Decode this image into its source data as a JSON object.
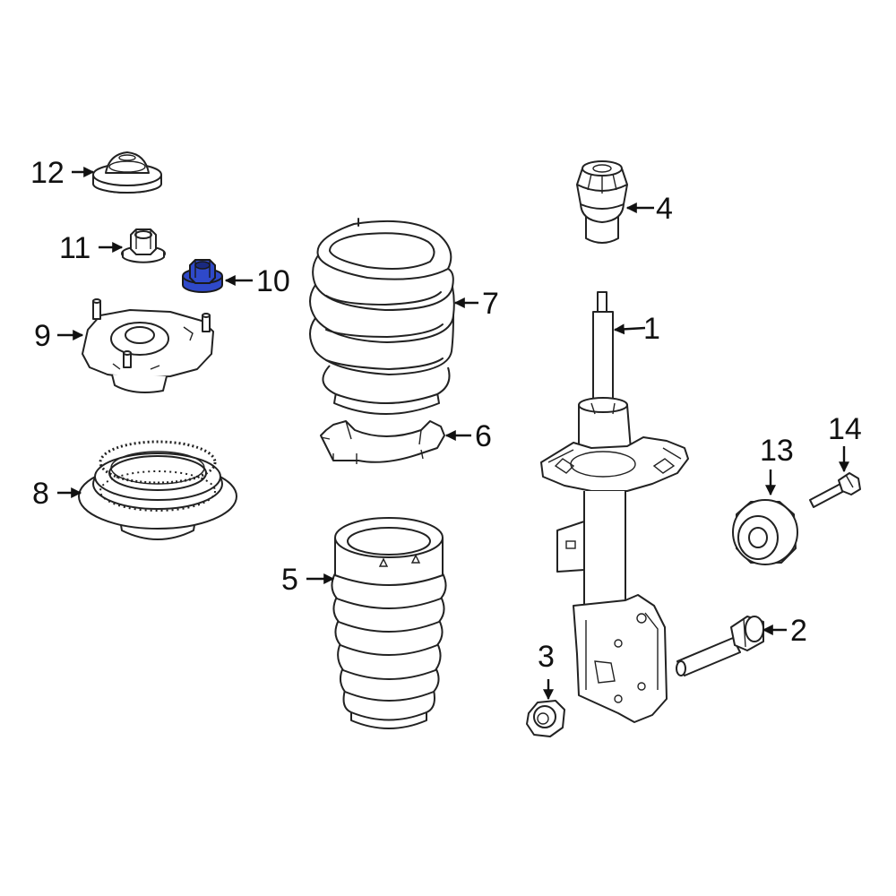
{
  "colors": {
    "highlight": "#2f49c9",
    "line": "#222222",
    "background": "#ffffff"
  },
  "callouts": [
    {
      "id": "strut",
      "number": "1"
    },
    {
      "id": "bolt",
      "number": "2"
    },
    {
      "id": "nut",
      "number": "3"
    },
    {
      "id": "bumper",
      "number": "4"
    },
    {
      "id": "boot",
      "number": "5"
    },
    {
      "id": "spring-insulator",
      "number": "6"
    },
    {
      "id": "coil-spring",
      "number": "7"
    },
    {
      "id": "bearing",
      "number": "8"
    },
    {
      "id": "strut-mount",
      "number": "9"
    },
    {
      "id": "mount-nut",
      "number": "10",
      "highlighted": true
    },
    {
      "id": "flange-nut",
      "number": "11"
    },
    {
      "id": "dust-cap",
      "number": "12"
    },
    {
      "id": "bushing",
      "number": "13"
    },
    {
      "id": "small-bolt",
      "number": "14"
    }
  ]
}
